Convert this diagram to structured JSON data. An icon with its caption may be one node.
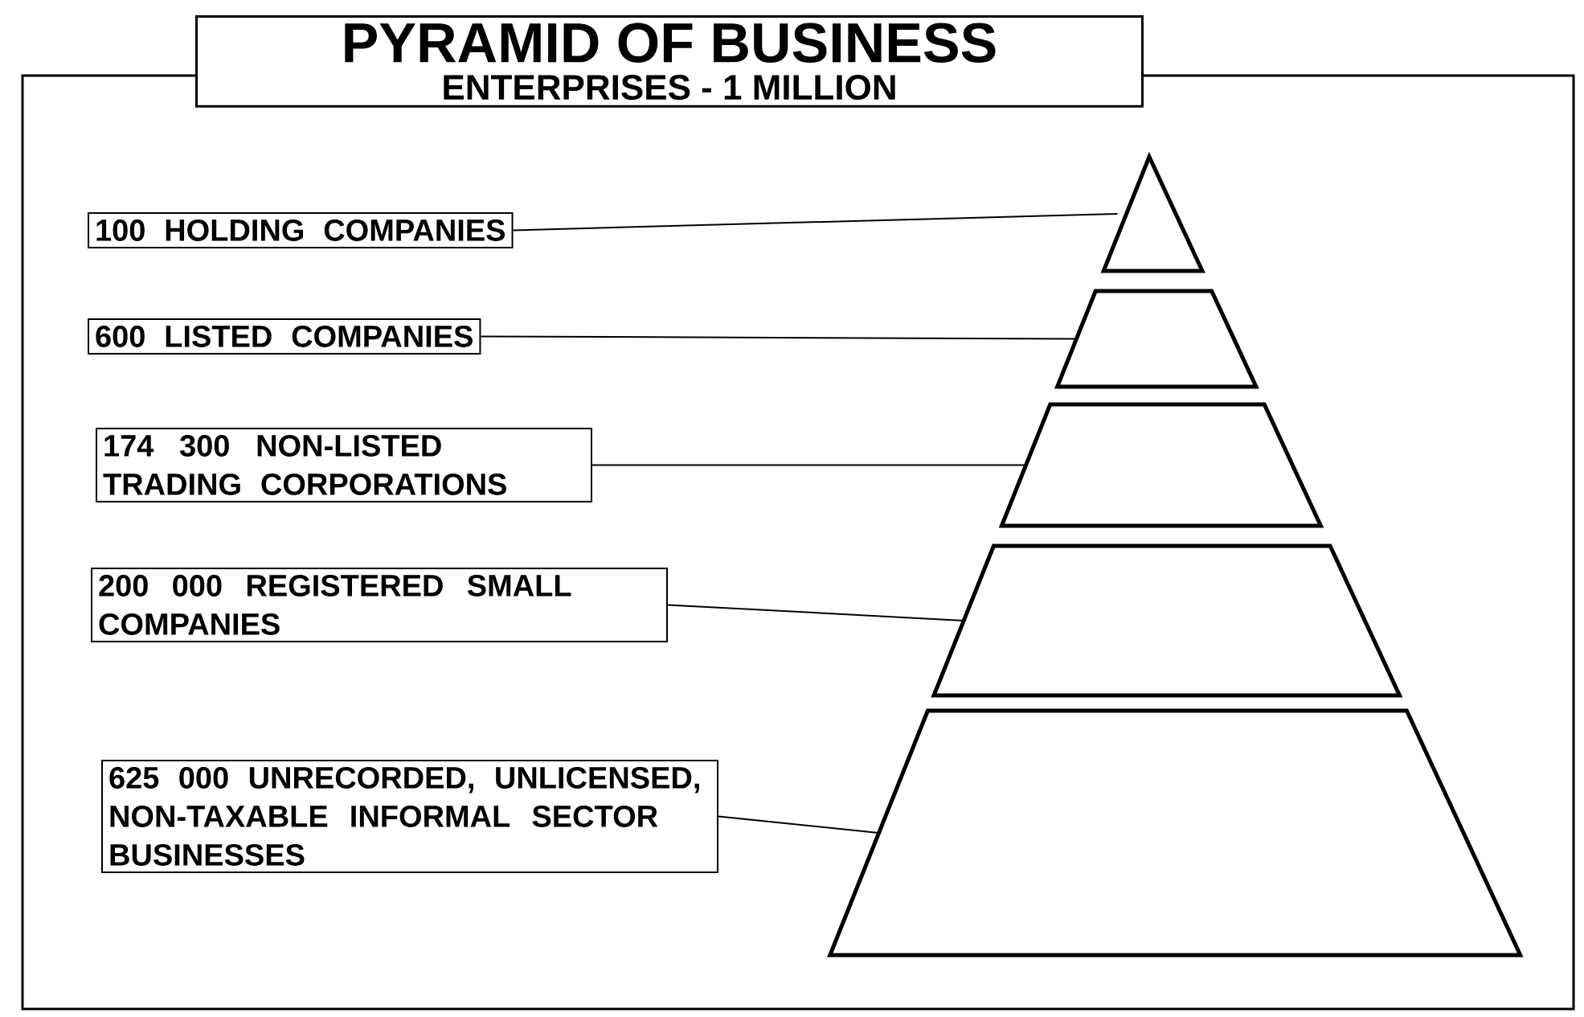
{
  "diagram": {
    "nodes": [
      {
        "text": [
          "PYRAMID OF BUSINESS",
          "ENTERPRISES - 1 MILLION"
        ]
      },
      {
        "text": [
          "100 HOLDING COMPANIES"
        ]
      },
      {
        "text": [
          "600 LISTED COMPANIES"
        ]
      },
      {
        "text": [
          "174 300 NON-LISTED TRADING CORPORATIONS"
        ]
      },
      {
        "text": [
          "200 000 REGISTERED SMALL COMPANIES"
        ]
      },
      {
        "text": [
          "625 000 UNRECORDED, UNLICENSED, NON-TAXABLE INFORMAL SECTOR BUSINESSES"
        ]
      },
      {
        "text": [],
        "shape": "triangle"
      },
      {
        "text": [],
        "shape": "trapezoid"
      },
      {
        "text": [],
        "shape": "trapezoid"
      },
      {
        "text": [],
        "shape": "trapezoid"
      },
      {
        "text": [],
        "shape": "trapezoid"
      }
    ],
    "edges": [
      {
        "from": 1,
        "to": 6,
        "arrow": "none"
      },
      {
        "from": 2,
        "to": 7,
        "arrow": "none"
      },
      {
        "from": 3,
        "to": 8,
        "arrow": "none"
      },
      {
        "from": 4,
        "to": 9,
        "arrow": "none"
      },
      {
        "from": 5,
        "to": 10,
        "arrow": "none"
      }
    ]
  }
}
